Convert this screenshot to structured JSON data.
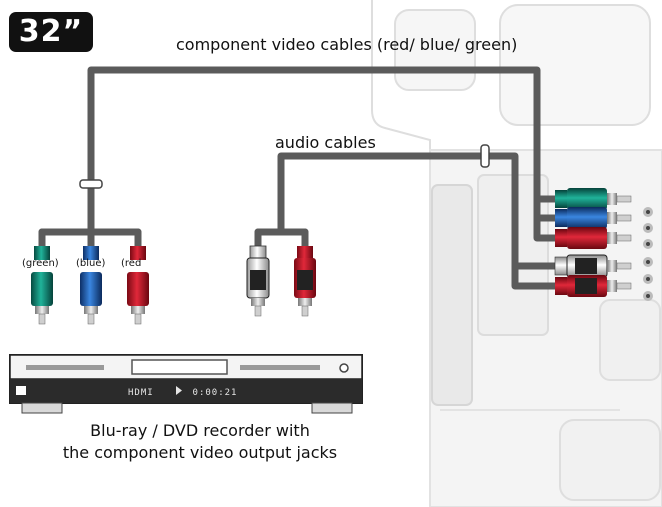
{
  "badge": "32”",
  "labels": {
    "component_cables": "component video cables (red/ blue/ green)",
    "audio_cables": "audio cables",
    "plug_green": "(green)",
    "plug_blue": "(blue)",
    "plug_red": "(red",
    "recorder_line1": "Blu-ray / DVD recorder with",
    "recorder_line2": "the component video output jacks"
  },
  "recorder_display": {
    "mode": "HDMI",
    "time": "0:00:21"
  },
  "colors": {
    "cable": "#5b5b5b",
    "red_plug": "#c8102e",
    "blue_plug": "#1f62b5",
    "green_plug": "#0f8a7a",
    "white_plug": "#f2f2f2",
    "tv_panel": "#eeeeee",
    "recorder_body": "#2b2b2b"
  }
}
